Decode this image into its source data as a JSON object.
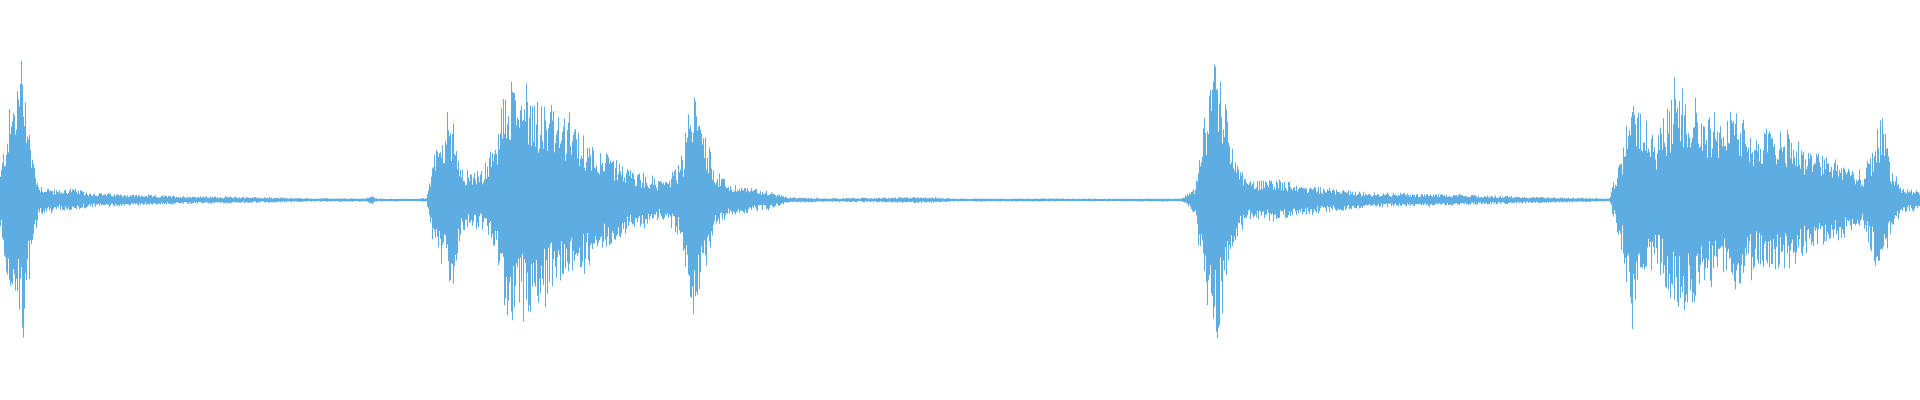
{
  "waveform": {
    "color": "#5dade2",
    "background": "#ffffff",
    "duration_fraction_visible": 1.0,
    "envelope_profile": [
      [
        0.0,
        0.18
      ],
      [
        0.004,
        0.55
      ],
      [
        0.008,
        0.7
      ],
      [
        0.011,
        0.92
      ],
      [
        0.013,
        0.8
      ],
      [
        0.016,
        0.35
      ],
      [
        0.02,
        0.1
      ],
      [
        0.03,
        0.06
      ],
      [
        0.036,
        0.08
      ],
      [
        0.045,
        0.05
      ],
      [
        0.06,
        0.04
      ],
      [
        0.08,
        0.03
      ],
      [
        0.1,
        0.025
      ],
      [
        0.13,
        0.02
      ],
      [
        0.16,
        0.012
      ],
      [
        0.19,
        0.01
      ],
      [
        0.193,
        0.03
      ],
      [
        0.196,
        0.01
      ],
      [
        0.215,
        0.008
      ],
      [
        0.222,
        0.012
      ],
      [
        0.225,
        0.25
      ],
      [
        0.23,
        0.45
      ],
      [
        0.236,
        0.55
      ],
      [
        0.24,
        0.2
      ],
      [
        0.25,
        0.18
      ],
      [
        0.258,
        0.35
      ],
      [
        0.262,
        0.7
      ],
      [
        0.268,
        0.78
      ],
      [
        0.275,
        0.72
      ],
      [
        0.285,
        0.6
      ],
      [
        0.3,
        0.45
      ],
      [
        0.315,
        0.3
      ],
      [
        0.33,
        0.18
      ],
      [
        0.345,
        0.12
      ],
      [
        0.355,
        0.25
      ],
      [
        0.36,
        0.75
      ],
      [
        0.365,
        0.55
      ],
      [
        0.372,
        0.2
      ],
      [
        0.38,
        0.1
      ],
      [
        0.39,
        0.08
      ],
      [
        0.4,
        0.06
      ],
      [
        0.41,
        0.02
      ],
      [
        0.43,
        0.012
      ],
      [
        0.46,
        0.015
      ],
      [
        0.48,
        0.02
      ],
      [
        0.5,
        0.01
      ],
      [
        0.54,
        0.01
      ],
      [
        0.58,
        0.009
      ],
      [
        0.615,
        0.01
      ],
      [
        0.622,
        0.08
      ],
      [
        0.628,
        0.6
      ],
      [
        0.633,
        0.93
      ],
      [
        0.637,
        0.7
      ],
      [
        0.642,
        0.3
      ],
      [
        0.65,
        0.12
      ],
      [
        0.665,
        0.14
      ],
      [
        0.675,
        0.1
      ],
      [
        0.69,
        0.08
      ],
      [
        0.71,
        0.05
      ],
      [
        0.74,
        0.04
      ],
      [
        0.77,
        0.03
      ],
      [
        0.8,
        0.02
      ],
      [
        0.83,
        0.012
      ],
      [
        0.838,
        0.01
      ],
      [
        0.845,
        0.35
      ],
      [
        0.85,
        0.85
      ],
      [
        0.856,
        0.55
      ],
      [
        0.862,
        0.4
      ],
      [
        0.868,
        0.6
      ],
      [
        0.875,
        0.75
      ],
      [
        0.885,
        0.62
      ],
      [
        0.895,
        0.5
      ],
      [
        0.905,
        0.55
      ],
      [
        0.915,
        0.42
      ],
      [
        0.93,
        0.45
      ],
      [
        0.945,
        0.3
      ],
      [
        0.96,
        0.25
      ],
      [
        0.97,
        0.15
      ],
      [
        0.98,
        0.55
      ],
      [
        0.985,
        0.2
      ],
      [
        0.99,
        0.08
      ],
      [
        1.0,
        0.06
      ]
    ]
  }
}
